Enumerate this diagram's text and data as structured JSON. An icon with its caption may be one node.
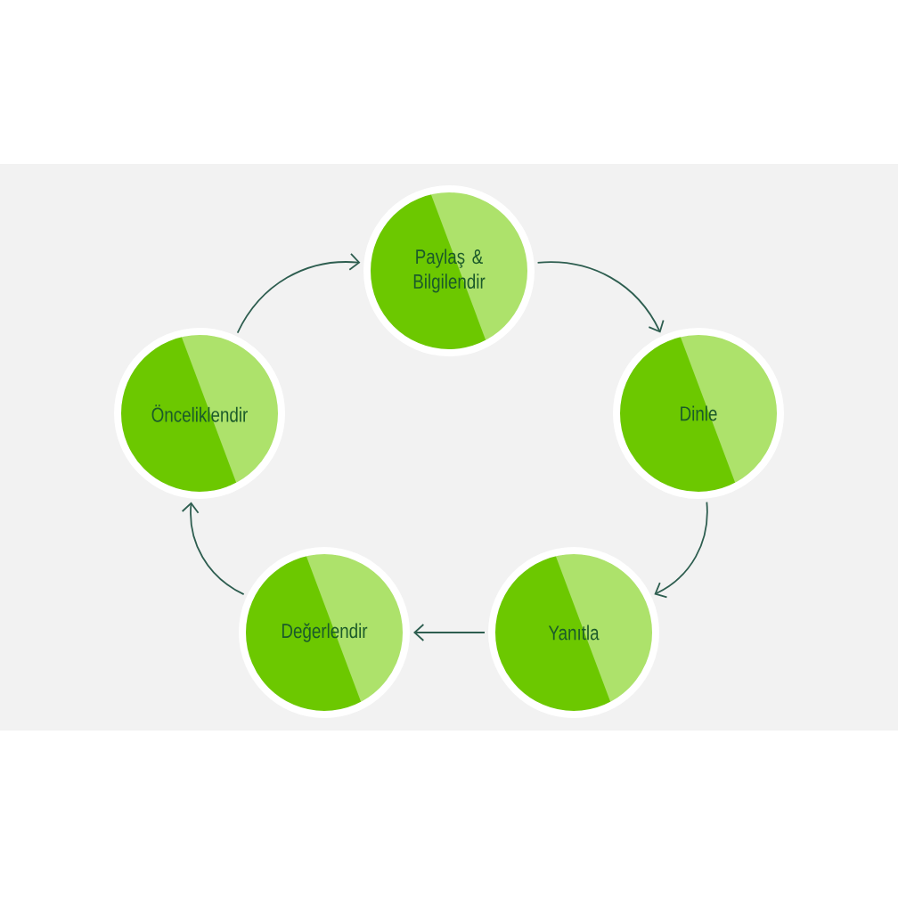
{
  "diagram": {
    "nodes": [
      {
        "text": [
          "Paylaş & Bilgilendir"
        ]
      },
      {
        "text": [
          "Dinle"
        ]
      },
      {
        "text": [
          "Yanıtla"
        ]
      },
      {
        "text": [
          "Değerlendir"
        ]
      },
      {
        "text": [
          "Önceliklendir"
        ]
      }
    ],
    "edges": [
      {
        "from": 0,
        "to": 1,
        "arrow": "to"
      },
      {
        "from": 1,
        "to": 2,
        "arrow": "to"
      },
      {
        "from": 2,
        "to": 3,
        "arrow": "to"
      },
      {
        "from": 3,
        "to": 4,
        "arrow": "to"
      },
      {
        "from": 4,
        "to": 0,
        "arrow": "to"
      }
    ]
  }
}
